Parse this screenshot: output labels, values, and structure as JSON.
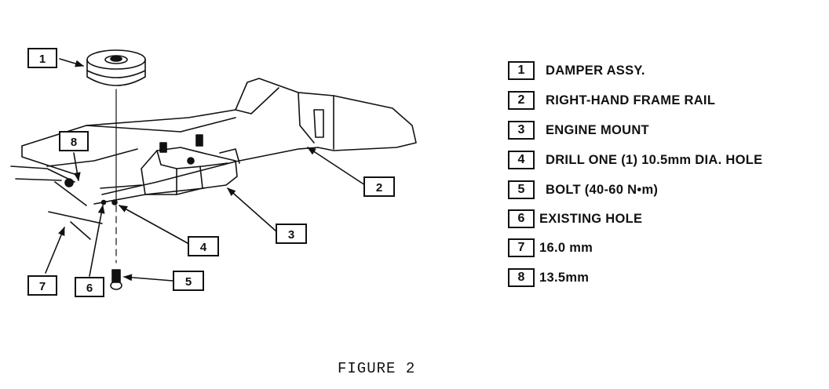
{
  "callouts": [
    "1",
    "2",
    "3",
    "4",
    "5",
    "6",
    "7",
    "8"
  ],
  "legend": [
    {
      "number": "1",
      "text": "DAMPER ASSY."
    },
    {
      "number": "2",
      "text": "RIGHT-HAND FRAME RAIL"
    },
    {
      "number": "3",
      "text": "ENGINE MOUNT"
    },
    {
      "number": "4",
      "text": "DRILL ONE (1) 10.5mm DIA. HOLE"
    },
    {
      "number": "5",
      "text": "BOLT (40-60 N•m)"
    },
    {
      "number": "6",
      "text": "EXISTING HOLE"
    },
    {
      "number": "7",
      "text": "16.0 mm"
    },
    {
      "number": "8",
      "text": "13.5mm"
    }
  ],
  "caption": "FIGURE 2"
}
